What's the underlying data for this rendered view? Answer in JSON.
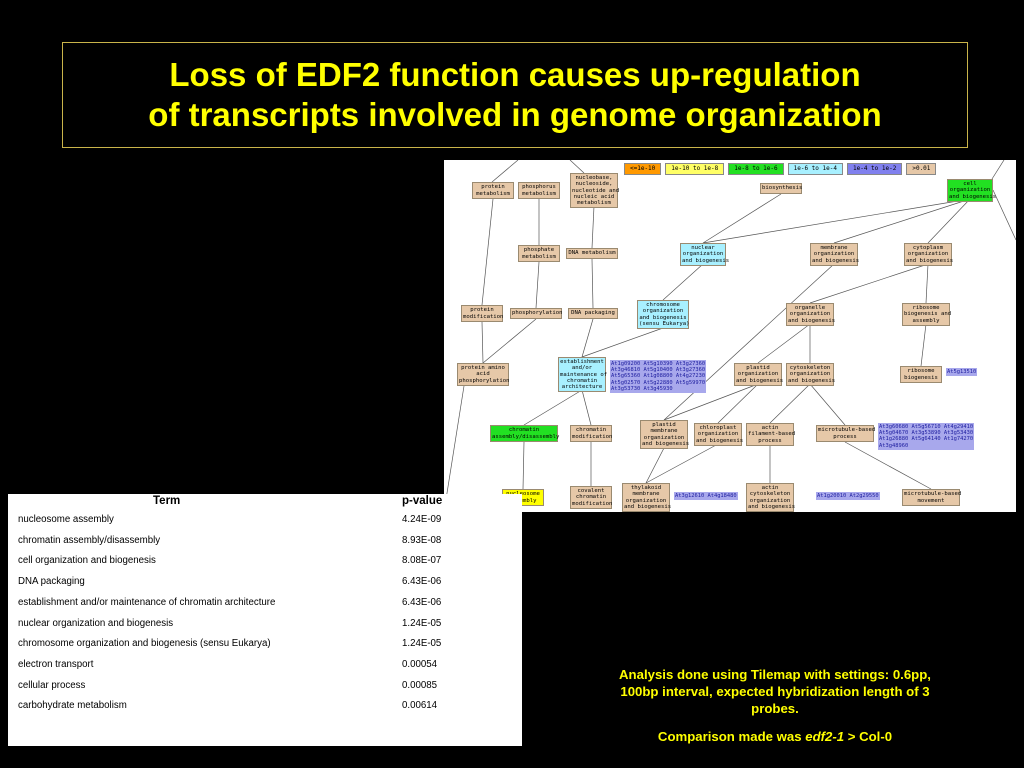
{
  "title": {
    "line1": "Loss of EDF2 function causes up-regulation",
    "line2": "of transcripts involved in genome organization"
  },
  "colors": {
    "background": "#000000",
    "text_accent": "#ffff00",
    "node_default": "#e6c8a8",
    "node_cyan": "#a8f0ff",
    "node_green": "#22e022",
    "node_yellow": "#ffff00",
    "node_orange": "#ff9900",
    "node_blue": "#8080ee",
    "gene_box": "#a8a8ec"
  },
  "legend": [
    {
      "label": "<=1e-10",
      "color": "#ff9900"
    },
    {
      "label": "1e-10 to 1e-8",
      "color": "#ffff66"
    },
    {
      "label": "1e-8 to 1e-6",
      "color": "#22e022"
    },
    {
      "label": "1e-6 to 1e-4",
      "color": "#a8f0ff"
    },
    {
      "label": "1e-4 to 1e-2",
      "color": "#8080ee"
    },
    {
      "label": ">0.01",
      "color": "#e6c8a8"
    }
  ],
  "nodes": {
    "protein_metabolism": [
      "protein",
      "metabolism"
    ],
    "phosphorus_metabolism": [
      "phosphorus",
      "metabolism"
    ],
    "nucleobase": [
      "nucleobase,",
      "nucleoside,",
      "nucleotide and",
      "nucleic acid",
      "metabolism"
    ],
    "biosynthesis": [
      "biosynthesis"
    ],
    "cell_org": [
      "cell",
      "organization",
      "and biogenesis"
    ],
    "phosphate_metabolism": [
      "phosphate",
      "metabolism"
    ],
    "dna_metabolism": [
      "DNA metabolism"
    ],
    "nuclear_org": [
      "nuclear",
      "organization",
      "and biogenesis"
    ],
    "membrane_org": [
      "membrane",
      "organization",
      "and biogenesis"
    ],
    "cytoplasm_org": [
      "cytoplasm",
      "organization",
      "and biogenesis"
    ],
    "protein_modification": [
      "protein",
      "modification"
    ],
    "phosphorylation": [
      "phosphorylation"
    ],
    "dna_packaging": [
      "DNA packaging"
    ],
    "chromosome_org": [
      "chromosome",
      "organization",
      "and biogenesis",
      "(sensu Eukarya)"
    ],
    "organelle_org": [
      "organelle",
      "organization",
      "and biogenesis"
    ],
    "ribosome_biogenesis": [
      "ribosome",
      "biogenesis and",
      "assembly"
    ],
    "protein_amino_acid_phos": [
      "protein amino",
      "acid",
      "phosphorylation"
    ],
    "establishment": [
      "establishment",
      "and/or",
      "maintenance of",
      "chromatin",
      "architecture"
    ],
    "plastid_org": [
      "plastid",
      "organization",
      "and biogenesis"
    ],
    "cytoskeleton_org": [
      "cytoskeleton",
      "organization",
      "and biogenesis"
    ],
    "ribosome_biogenesis2": [
      "ribosome",
      "biogenesis"
    ],
    "chromatin_assembly": [
      "chromatin",
      "assembly/disassembly"
    ],
    "chromatin_modification": [
      "chromatin",
      "modification"
    ],
    "plastid_membrane_org": [
      "plastid",
      "membrane",
      "organization",
      "and biogenesis"
    ],
    "chloroplast_org": [
      "chloroplast",
      "organization",
      "and biogenesis"
    ],
    "actin_filament": [
      "actin",
      "filament-based",
      "process"
    ],
    "microtubule_process": [
      "microtubule-based",
      "process"
    ],
    "nucleosome_assembly": [
      "nucleosome",
      "assembly"
    ],
    "covalent_chromatin": [
      "covalent",
      "chromatin",
      "modification"
    ],
    "thylakoid_membrane_org": [
      "thylakoid",
      "membrane",
      "organization",
      "and biogenesis"
    ],
    "actin_cytoskeleton_org": [
      "actin",
      "cytoskeleton",
      "organization",
      "and biogenesis"
    ],
    "microtubule_movement": [
      "microtubule-based",
      "movement"
    ]
  },
  "genes": {
    "g_establishment": [
      "At1g09200 At5g10390 At3g27360",
      "At3g46810 At5g10400 At3g27360",
      "At5g65360 At1g08800 At4g27230",
      "At5g02570 At5g22880 At5g59970",
      "At3g53730 At3g45930"
    ],
    "g_ribosome": [
      "At5g13510"
    ],
    "g_microtubule": [
      "At3g60680 At5g56710 At4g29410",
      "At5g04670 At3g53890 At3g53430",
      "At1g26880 At5g64140 At1g74270",
      "At3g48960"
    ],
    "g_thylakoid": [
      "At3g12610 At4g18480"
    ],
    "g_actin": [
      "At1g20010 At2g29550"
    ]
  },
  "table": {
    "header_term": "Term",
    "header_pvalue": "p-value",
    "rows": [
      {
        "term": "nucleosome assembly",
        "pvalue": "4.24E-09"
      },
      {
        "term": "chromatin assembly/disassembly",
        "pvalue": "8.93E-08"
      },
      {
        "term": "cell organization and biogenesis",
        "pvalue": "8.08E-07"
      },
      {
        "term": "DNA packaging",
        "pvalue": "6.43E-06"
      },
      {
        "term": "establishment and/or maintenance of chromatin architecture",
        "pvalue": "6.43E-06"
      },
      {
        "term": "nuclear organization and biogenesis",
        "pvalue": "1.24E-05"
      },
      {
        "term": "chromosome organization and biogenesis (sensu Eukarya)",
        "pvalue": "1.24E-05"
      },
      {
        "term": "electron transport",
        "pvalue": "0.00054"
      },
      {
        "term": "cellular process",
        "pvalue": "0.00085"
      },
      {
        "term": "carbohydrate metabolism",
        "pvalue": "0.00614"
      }
    ]
  },
  "analysis": {
    "line1": "Analysis done using Tilemap with settings: 0.6pp,",
    "line2": "100bp interval, expected hybridization length of 3",
    "line3": "probes.",
    "comparison_prefix": "Comparison made was ",
    "comparison_italic": "edf2-1",
    "comparison_suffix": " > Col-0"
  }
}
